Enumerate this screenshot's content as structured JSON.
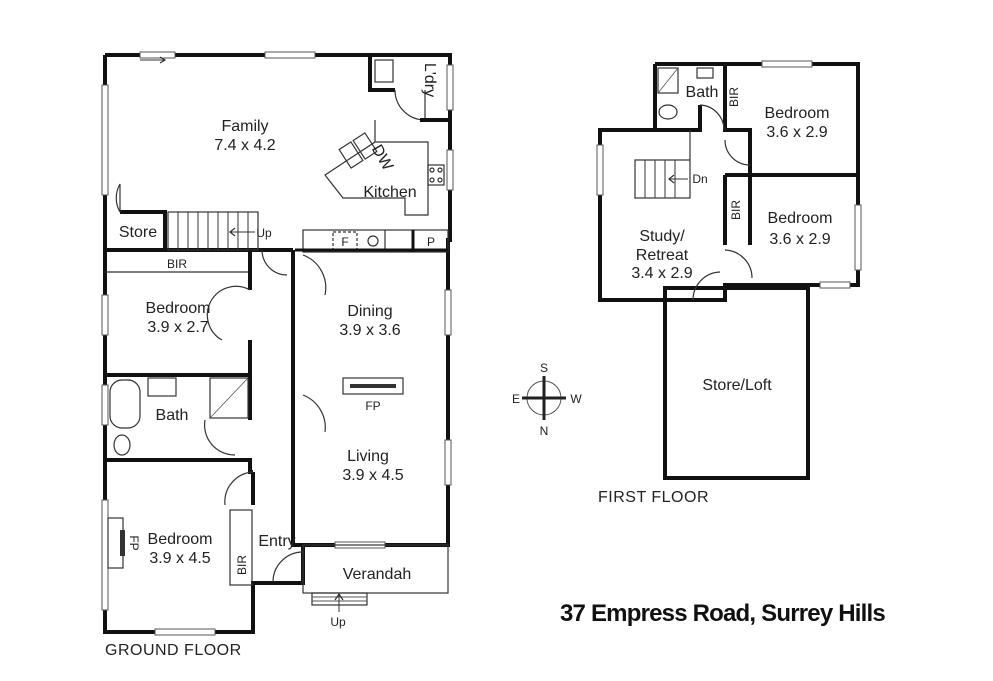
{
  "ground_floor": {
    "caption": "GROUND FLOOR",
    "rooms": {
      "family": {
        "name": "Family",
        "size": "7.4 x 4.2"
      },
      "laundry": {
        "name": "L'dry"
      },
      "kitchen": {
        "name": "Kitchen",
        "dw": "DW",
        "fridge": "F",
        "pantry": "P"
      },
      "store": {
        "name": "Store"
      },
      "stairs_up": {
        "label": "Up"
      },
      "bir": {
        "name": "BIR"
      },
      "bedroom1": {
        "name": "Bedroom",
        "size": "3.9 x 2.7"
      },
      "dining": {
        "name": "Dining",
        "size": "3.9 x 3.6"
      },
      "fp": {
        "label": "FP"
      },
      "bath": {
        "name": "Bath"
      },
      "living": {
        "name": "Living",
        "size": "3.9 x 4.5"
      },
      "bedroom2": {
        "name": "Bedroom",
        "size": "3.9 x 4.5",
        "fp": "FP",
        "bir": "BIR"
      },
      "entry": {
        "name": "Entry"
      },
      "verandah": {
        "name": "Verandah",
        "up": "Up"
      }
    }
  },
  "first_floor": {
    "caption": "FIRST FLOOR",
    "rooms": {
      "bath": {
        "name": "Bath"
      },
      "bir1": {
        "name": "BIR"
      },
      "bedroom1": {
        "name": "Bedroom",
        "size": "3.6 x 2.9"
      },
      "stairs_dn": {
        "label": "Dn"
      },
      "bir2": {
        "name": "BIR"
      },
      "bedroom2": {
        "name": "Bedroom",
        "size": "3.6 x 2.9"
      },
      "study": {
        "name_line1": "Study/",
        "name_line2": "Retreat",
        "size": "3.4 x 2.9"
      },
      "store_loft": {
        "name": "Store/Loft"
      }
    }
  },
  "compass": {
    "n": "N",
    "s": "S",
    "e": "E",
    "w": "W"
  },
  "address": "37 Empress Road, Surrey Hills"
}
